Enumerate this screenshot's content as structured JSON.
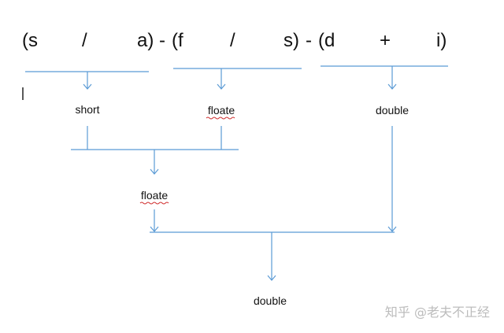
{
  "expression": {
    "tokens": [
      "(s",
      "/",
      "a)",
      "-",
      "(f",
      "/",
      "s)",
      "-",
      "(d",
      "+",
      "i)"
    ]
  },
  "nodes": {
    "short": "short",
    "floate_top": "floate",
    "double_top": "double",
    "floate_mid": "floate",
    "double_bottom": "double"
  },
  "watermark": "知乎 @老夫不正经"
}
